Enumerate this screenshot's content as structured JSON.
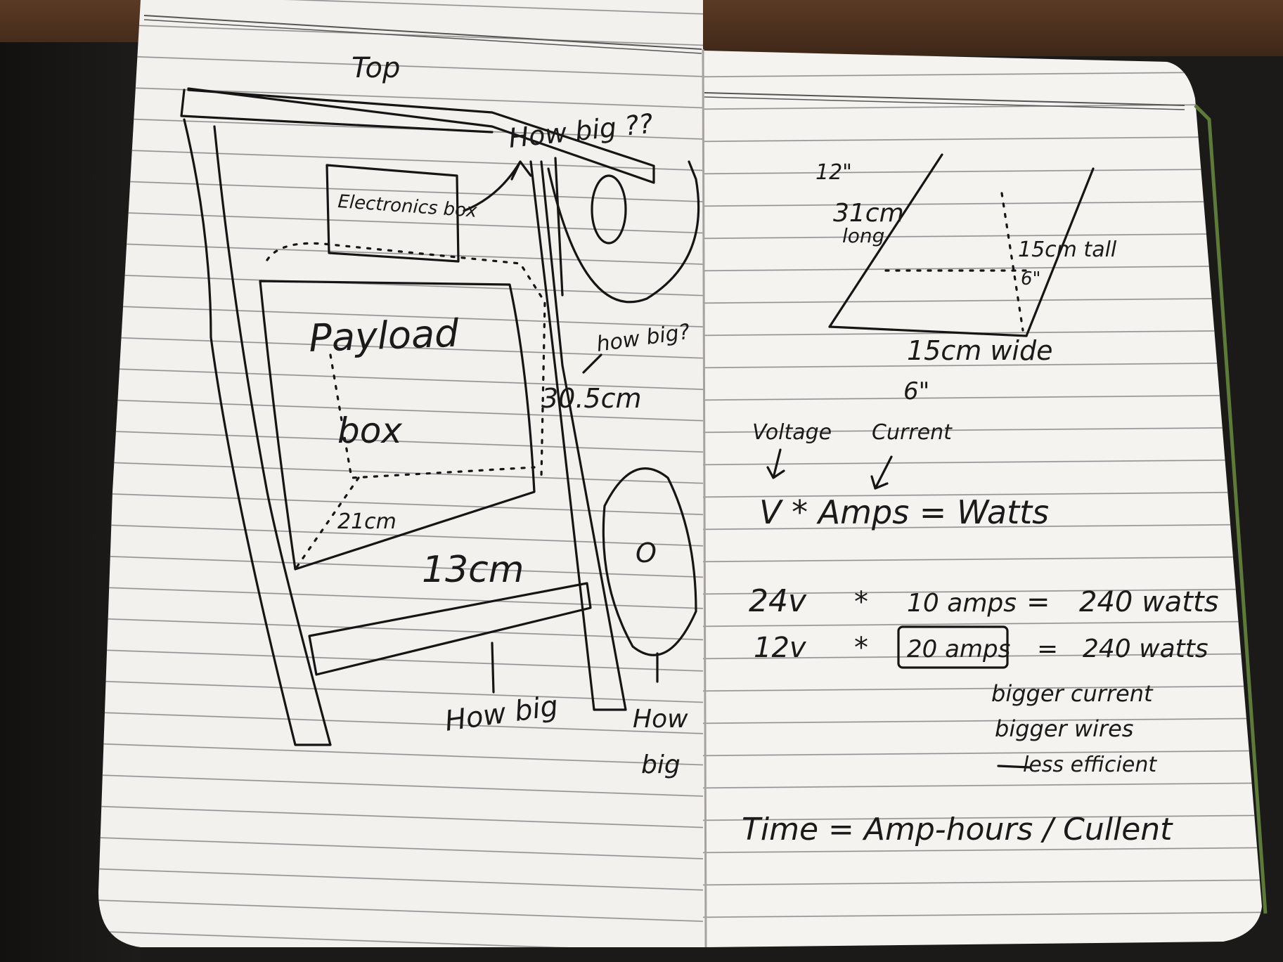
{
  "left_page": {
    "top_label": "Top",
    "electronics_box": "Electronics box",
    "how_big_top": "How big ??",
    "payload": "Payload",
    "box": "box",
    "how_big_right": "how big?",
    "dim_30_5": "30.5cm",
    "dim_21": "21cm",
    "dim_13": "13cm",
    "how_big_bottom": "How big",
    "how_big_wheel_line1": "How",
    "how_big_wheel_line2": "big",
    "wheel_hub": "O"
  },
  "right_page": {
    "dim_12in": "12\"",
    "dim_31cm": "31cm",
    "dim_long": "long",
    "dim_15cm_tall": "15cm tall",
    "dim_6in_side": "6\"",
    "dim_15cm_wide": "15cm wide",
    "dim_6in_bottom": "6\"",
    "voltage": "Voltage",
    "current": "Current",
    "formula": "V * Amps = Watts",
    "eq1_v": "24v",
    "eq1_op": "*",
    "eq1_a": "10 amps",
    "eq1_eq": "=",
    "eq1_w": "240 watts",
    "eq2_v": "12v",
    "eq2_op": "*",
    "eq2_a": "20 amps",
    "eq2_eq": "=",
    "eq2_w": "240 watts",
    "note1": "bigger current",
    "note2": "bigger wires",
    "note3": "less efficient",
    "time_formula": "Time = Amp-hours / Cullent"
  }
}
